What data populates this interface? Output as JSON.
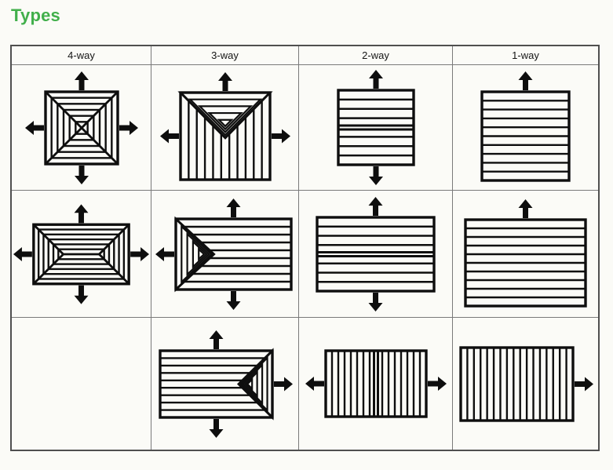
{
  "page": {
    "heading": "Types"
  },
  "colors": {
    "heading_green": "#41af4b",
    "outer_border": "#4f4f4f",
    "grid_border": "#7a7a7a",
    "diagram_stroke": "#0e0e0e",
    "background": "#fbfbf7"
  },
  "table": {
    "headers": [
      "4-way",
      "3-way",
      "2-way",
      "1-way"
    ],
    "rows": [
      {
        "cells": [
          {
            "icon": "diffuser-4way-square-cone",
            "kind": "cone",
            "w": 92,
            "h": 92,
            "arrows": [
              "up",
              "down",
              "left",
              "right"
            ]
          },
          {
            "icon": "diffuser-3way-wedge-top",
            "kind": "wedge",
            "side": "top",
            "depth": 0.52,
            "slats": 11,
            "w": 114,
            "h": 111,
            "arrows": [
              "up",
              "left",
              "right"
            ]
          },
          {
            "icon": "diffuser-2way-horizontal",
            "kind": "louver",
            "dir": "h",
            "slats": 8,
            "split": true,
            "w": 96,
            "h": 95,
            "arrows": [
              "up",
              "down"
            ]
          },
          {
            "icon": "diffuser-1way-horizontal",
            "kind": "louver",
            "dir": "h",
            "slats": 10,
            "split": false,
            "w": 111,
            "h": 113,
            "arrows": [
              "up"
            ]
          }
        ]
      },
      {
        "cells": [
          {
            "icon": "diffuser-4way-rect-cone",
            "kind": "cone",
            "w": 122,
            "h": 76,
            "arrows": [
              "up",
              "down",
              "left",
              "right"
            ]
          },
          {
            "icon": "diffuser-3way-wedge-left",
            "kind": "wedge",
            "side": "left",
            "depth": 0.33,
            "slats": 9,
            "w": 147,
            "h": 90,
            "arrows": [
              "up",
              "down",
              "left"
            ]
          },
          {
            "icon": "diffuser-2way-horizontal",
            "kind": "louver",
            "dir": "h",
            "slats": 8,
            "split": true,
            "w": 149,
            "h": 94,
            "arrows": [
              "up",
              "down"
            ]
          },
          {
            "icon": "diffuser-1way-horizontal",
            "kind": "louver",
            "dir": "h",
            "slats": 10,
            "split": false,
            "w": 153,
            "h": 110,
            "arrows": [
              "up"
            ]
          }
        ]
      },
      {
        "cells": [
          null,
          {
            "icon": "diffuser-3way-wedge-right",
            "kind": "wedge",
            "side": "right",
            "depth": 0.3,
            "slats": 9,
            "w": 143,
            "h": 85,
            "arrows": [
              "up",
              "down",
              "right"
            ]
          },
          {
            "icon": "diffuser-2way-vertical",
            "kind": "louver",
            "dir": "v",
            "slats": 16,
            "split": true,
            "w": 128,
            "h": 84,
            "arrows": [
              "left",
              "right"
            ]
          },
          {
            "icon": "diffuser-1way-vertical",
            "kind": "louver",
            "dir": "v",
            "slats": 17,
            "split": false,
            "w": 143,
            "h": 93,
            "arrows": [
              "right"
            ]
          }
        ]
      }
    ]
  }
}
